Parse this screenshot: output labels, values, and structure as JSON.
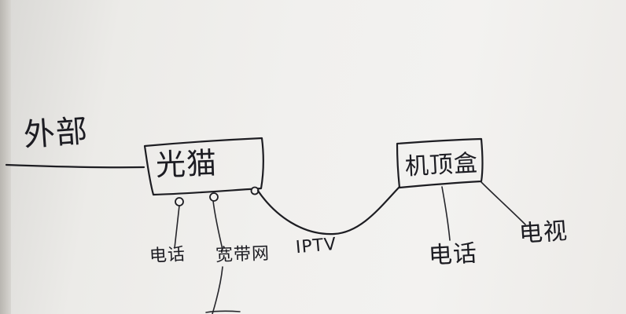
{
  "diagram": {
    "nodes": {
      "external_line": "外部",
      "modem": "光猫",
      "set_top_box": "机顶盒",
      "phone_modem": "电话",
      "broadband": "宽带网",
      "iptv": "IPTV",
      "phone_stb": "电话",
      "tv": "电视"
    },
    "connections": [
      {
        "from": "external_line",
        "to": "modem"
      },
      {
        "from": "modem",
        "to": "phone_modem"
      },
      {
        "from": "modem",
        "to": "broadband"
      },
      {
        "from": "modem",
        "to": "set_top_box",
        "label": "iptv"
      },
      {
        "from": "set_top_box",
        "to": "phone_stb"
      },
      {
        "from": "set_top_box",
        "to": "tv"
      }
    ],
    "ink_color": "#1d1d22",
    "paper_color": "#f1f0ee"
  }
}
